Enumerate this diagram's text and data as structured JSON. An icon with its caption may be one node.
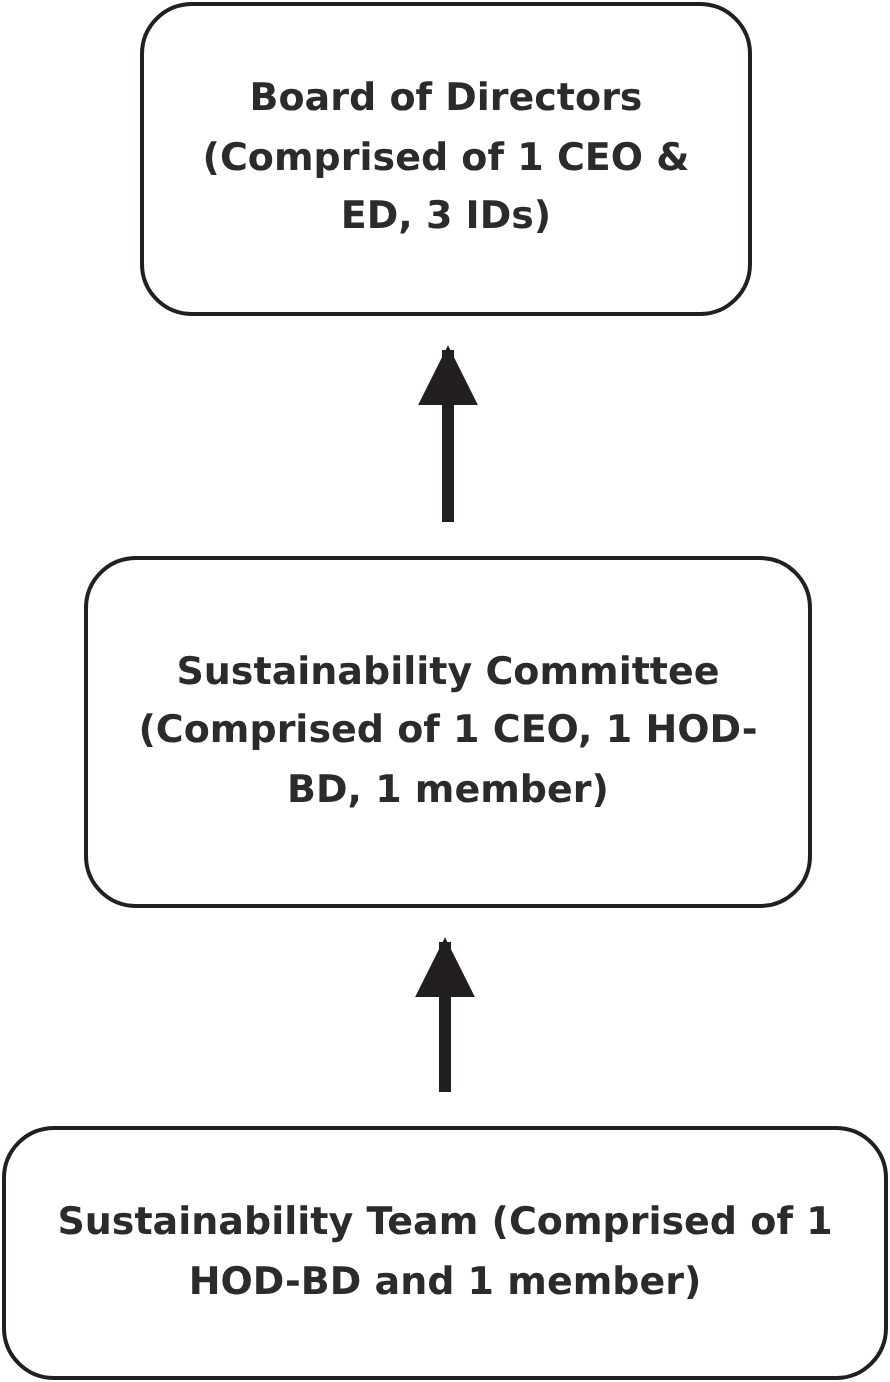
{
  "diagram": {
    "nodes": [
      {
        "text": [
          "Board of Directors (Comprised of 1 CEO & ED, 3 IDs)"
        ]
      },
      {
        "text": [
          "Sustainability Committee (Comprised of 1 CEO, 1 HOD-BD, 1 member)"
        ]
      },
      {
        "text": [
          "Sustainability Team (Comprised of 1 HOD-BD and 1 member)"
        ]
      }
    ],
    "edges": [
      {
        "from": 2,
        "to": 1,
        "arrow": "to"
      },
      {
        "from": 1,
        "to": 0,
        "arrow": "to"
      }
    ]
  }
}
